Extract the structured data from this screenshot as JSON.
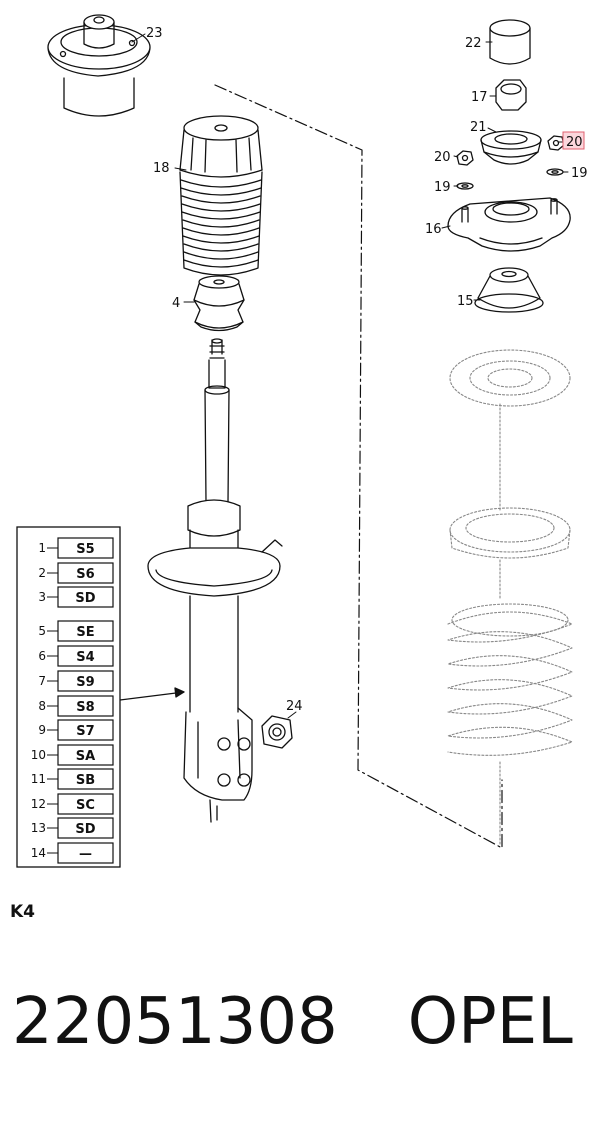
{
  "diagram": {
    "callouts": [
      {
        "id": "23",
        "label": "23"
      },
      {
        "id": "18",
        "label": "18"
      },
      {
        "id": "4",
        "label": "4"
      },
      {
        "id": "24",
        "label": "24"
      },
      {
        "id": "22",
        "label": "22"
      },
      {
        "id": "17",
        "label": "17"
      },
      {
        "id": "21",
        "label": "21"
      },
      {
        "id": "20a",
        "label": "20"
      },
      {
        "id": "20b",
        "label": "20"
      },
      {
        "id": "19a",
        "label": "19"
      },
      {
        "id": "19b",
        "label": "19"
      },
      {
        "id": "16",
        "label": "16"
      },
      {
        "id": "15",
        "label": "15"
      }
    ],
    "highlighted_callout": "20b",
    "highlight_color": "#e06070",
    "variant_table": [
      {
        "row": "1",
        "code": "S5"
      },
      {
        "row": "2",
        "code": "S6"
      },
      {
        "row": "3",
        "code": "SD"
      },
      {
        "row": "5",
        "code": "SE"
      },
      {
        "row": "6",
        "code": "S4"
      },
      {
        "row": "7",
        "code": "S9"
      },
      {
        "row": "8",
        "code": "S8"
      },
      {
        "row": "9",
        "code": "S7"
      },
      {
        "row": "10",
        "code": "SA"
      },
      {
        "row": "11",
        "code": "SB"
      },
      {
        "row": "12",
        "code": "SC"
      },
      {
        "row": "13",
        "code": "SD"
      },
      {
        "row": "14",
        "code": "—"
      }
    ]
  },
  "group_code": "K4",
  "part_number": "22051308",
  "brand": "OPEL"
}
